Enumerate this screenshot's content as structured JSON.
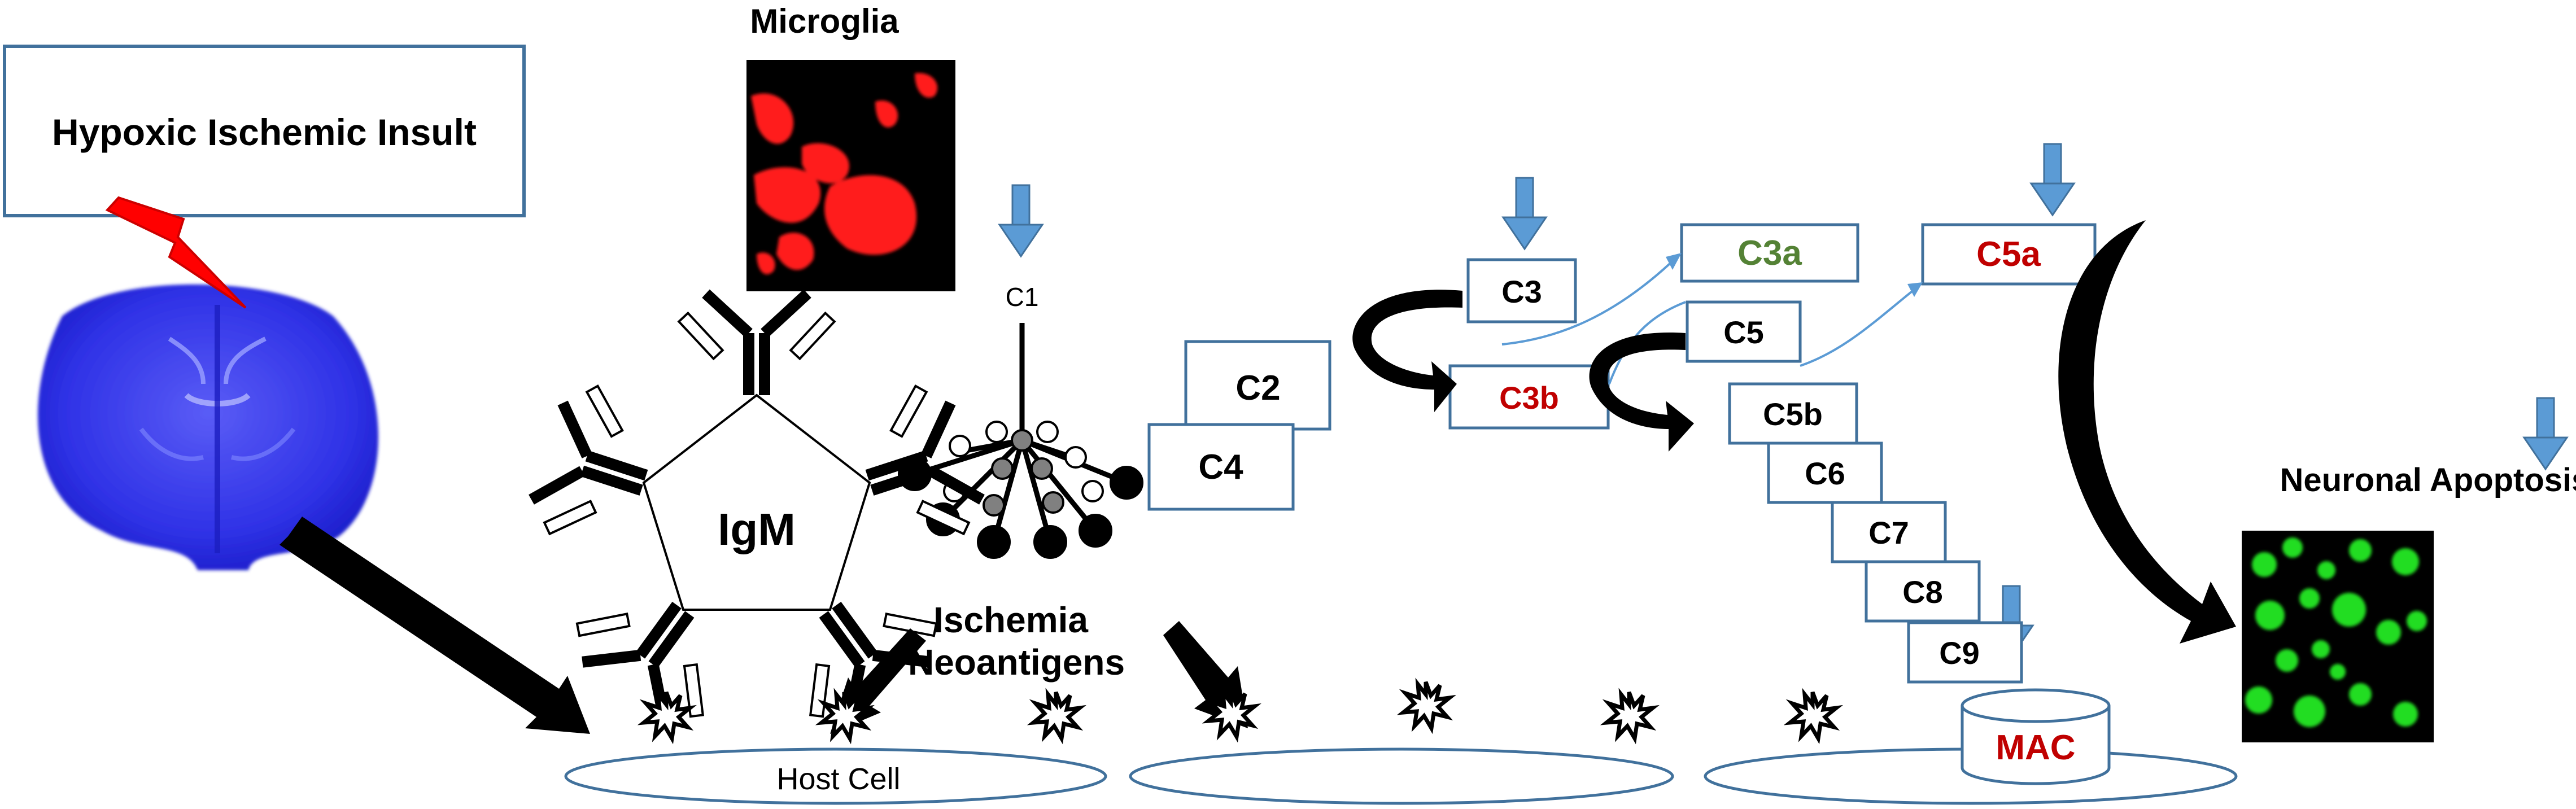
{
  "insult": {
    "label": "Hypoxic Ischemic Insult"
  },
  "microglia": {
    "label": "Microglia"
  },
  "c1": {
    "label": "C1"
  },
  "igm": {
    "label": "IgM"
  },
  "complement": {
    "c2": "C2",
    "c4": "C4",
    "c3": "C3",
    "c3b": "C3b",
    "c3a": "C3a",
    "c5": "C5",
    "c5a": "C5a",
    "c5b": "C5b",
    "c6": "C6",
    "c7": "C7",
    "c8": "C8",
    "c9": "C9",
    "mac": "MAC"
  },
  "neoantigens": {
    "line1": "Ischemia",
    "line2": "Neoantigens"
  },
  "host_cell": {
    "label": "Host  Cell"
  },
  "apoptosis": {
    "label": "Neuronal Apoptosis"
  },
  "colors": {
    "box_border": "#41719c",
    "arrow_blue": "#5b9bd5",
    "red_text": "#c00000",
    "green_text": "#548235",
    "bolt": "#ff0000"
  }
}
